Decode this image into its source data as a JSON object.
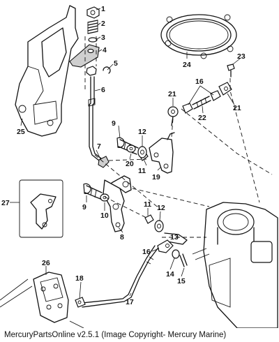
{
  "caption": "MercuryPartsOnline v2.5.1 (Image Copyright- Mercury Marine)",
  "callouts": [
    "1",
    "2",
    "3",
    "4",
    "5",
    "6",
    "7",
    "8",
    "9",
    "10",
    "11",
    "12",
    "13",
    "14",
    "15",
    "16",
    "17",
    "18",
    "19",
    "20",
    "21",
    "22",
    "23",
    "24",
    "25",
    "26",
    "27"
  ],
  "labels": {
    "l1": "1",
    "l2": "2",
    "l3": "3",
    "l4": "4",
    "l5": "5",
    "l6": "6",
    "l7": "7",
    "l8": "8",
    "l9a": "9",
    "l9b": "9",
    "l10": "10",
    "l11a": "11",
    "l11b": "11",
    "l12a": "12",
    "l12b": "12",
    "l13": "13",
    "l14": "14",
    "l15": "15",
    "l16a": "16",
    "l16b": "16",
    "l17": "17",
    "l18": "18",
    "l19": "19",
    "l20": "20",
    "l21a": "21",
    "l21b": "21",
    "l22": "22",
    "l23": "23",
    "l24": "24",
    "l25": "25",
    "l26": "26",
    "l27": "27"
  }
}
